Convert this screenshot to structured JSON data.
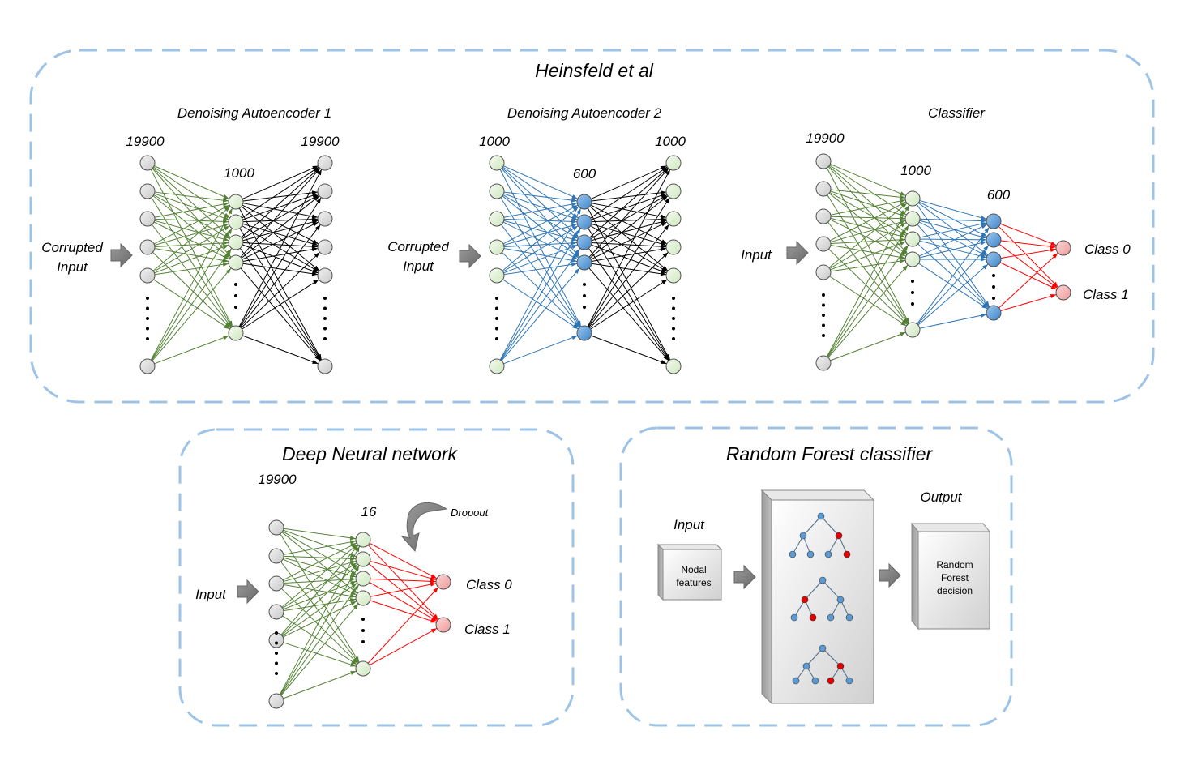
{
  "panels": {
    "heinsfeld": {
      "title": "Heinsfeld et al",
      "dae1": {
        "title": "Denoising Autoencoder 1",
        "input_label": [
          "Corrupted",
          "Input"
        ],
        "layer_sizes": [
          "19900",
          "1000",
          "19900"
        ]
      },
      "dae2": {
        "title": "Denoising Autoencoder 2",
        "input_label": [
          "Corrupted",
          "Input"
        ],
        "layer_sizes": [
          "1000",
          "600",
          "1000"
        ]
      },
      "classifier": {
        "title": "Classifier",
        "input_label": "Input",
        "layer_sizes": [
          "19900",
          "1000",
          "600"
        ],
        "classes": [
          "Class 0",
          "Class 1"
        ]
      }
    },
    "dnn": {
      "title": "Deep Neural network",
      "input_label": "Input",
      "layer_sizes": [
        "19900",
        "16"
      ],
      "dropout_label": "Dropout",
      "classes": [
        "Class 0",
        "Class 1"
      ]
    },
    "rf": {
      "title": "Random Forest classifier",
      "input_label": "Input",
      "input_box": [
        "Nodal",
        "features"
      ],
      "output_label": "Output",
      "output_box": [
        "Random",
        "Forest",
        "decision"
      ]
    }
  },
  "colors": {
    "dash_border": "#9dc3e6",
    "green_edge": "#548235",
    "blue_edge": "#2e75b6",
    "red_edge": "#ff0000",
    "black_edge": "#000000",
    "gray_node": "#d9d9d9",
    "green_node": "#e2f0d9",
    "blue_node": "#5b9bd5",
    "red_node": "#f4b6b6",
    "arrow_gray": "#7f7f7f",
    "tree_red": "#e00000"
  }
}
